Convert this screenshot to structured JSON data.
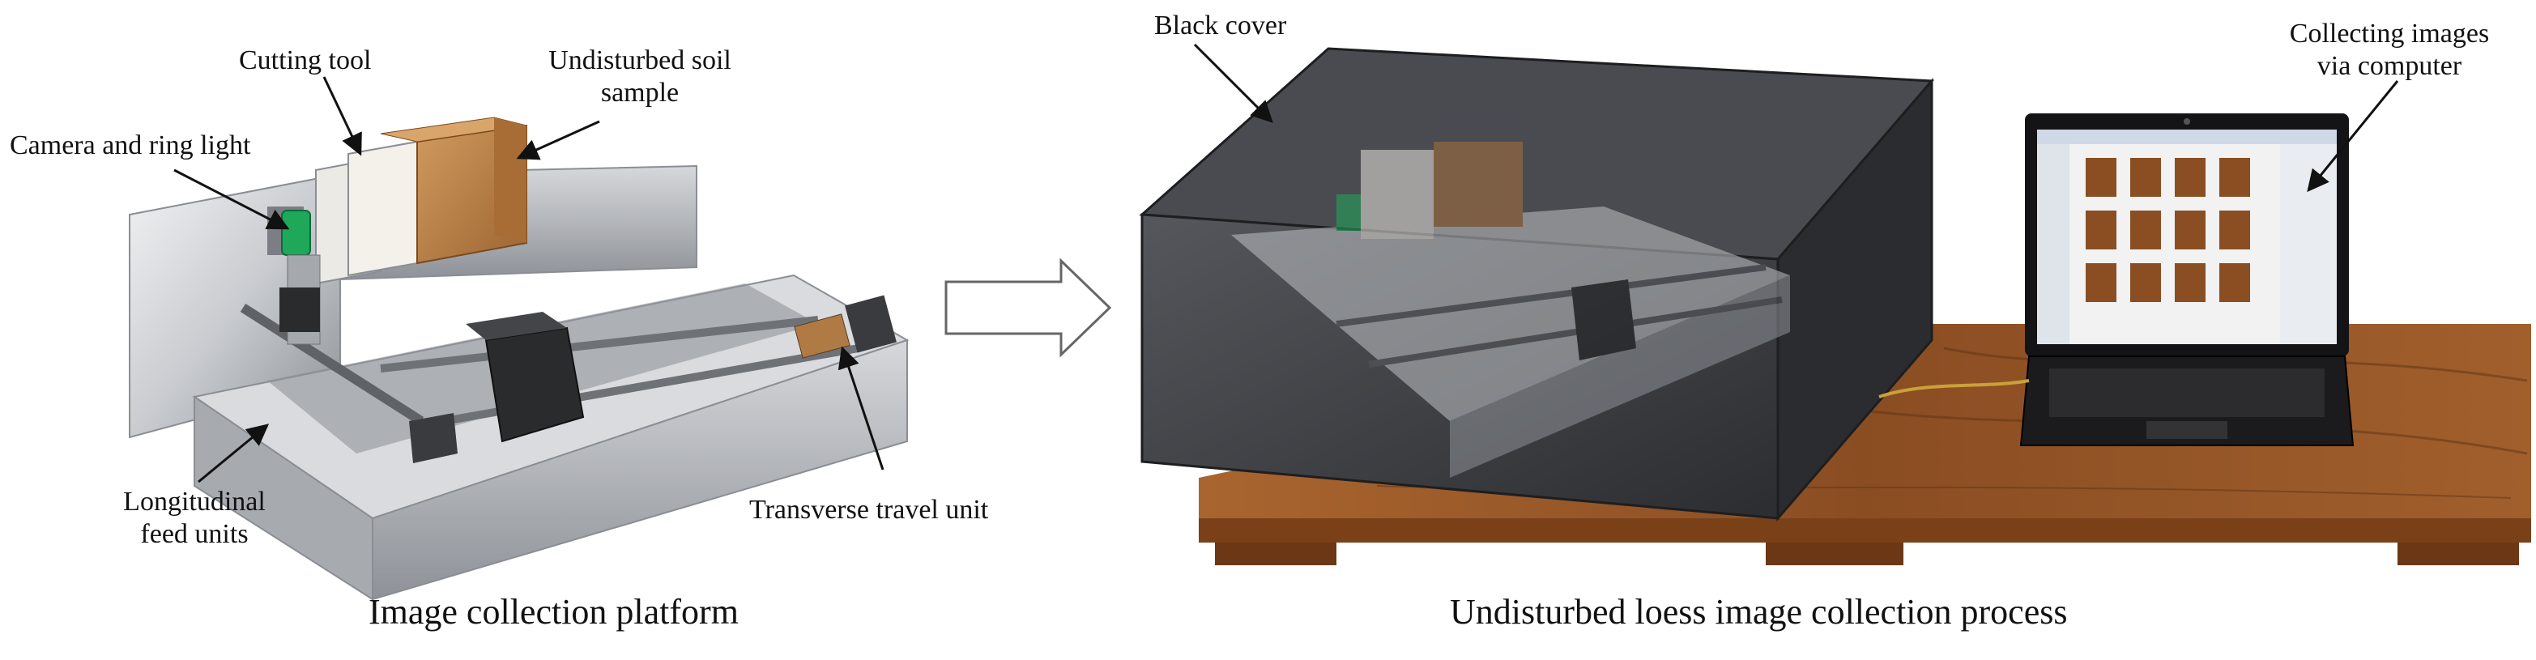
{
  "left_panel": {
    "caption": "Image collection platform",
    "labels": {
      "cutting_tool": "Cutting tool",
      "undisturbed_soil_sample_line1": "Undisturbed soil",
      "undisturbed_soil_sample_line2": "sample",
      "camera_ring_light": "Camera and ring light",
      "longitudinal_feed_line1": "Longitudinal",
      "longitudinal_feed_line2": "feed units",
      "transverse_travel": "Transverse travel unit"
    }
  },
  "right_panel": {
    "caption": "Undisturbed loess image collection process",
    "labels": {
      "black_cover": "Black cover",
      "collecting_line1": "Collecting images",
      "collecting_line2": "via computer"
    }
  },
  "colors": {
    "metal_light": "#e4e6e8",
    "metal_mid": "#b9bdc2",
    "metal_dark": "#7c8187",
    "soil": "#b5793f",
    "camera_green": "#1fa85a",
    "motor_black": "#2a2b2d",
    "cover": "#3d3e42",
    "wood": "#9a5a2a",
    "screen_bg": "#f2f2f2",
    "sample_tile": "#8a4e22"
  },
  "icons": [
    "arrow-right-icon"
  ]
}
